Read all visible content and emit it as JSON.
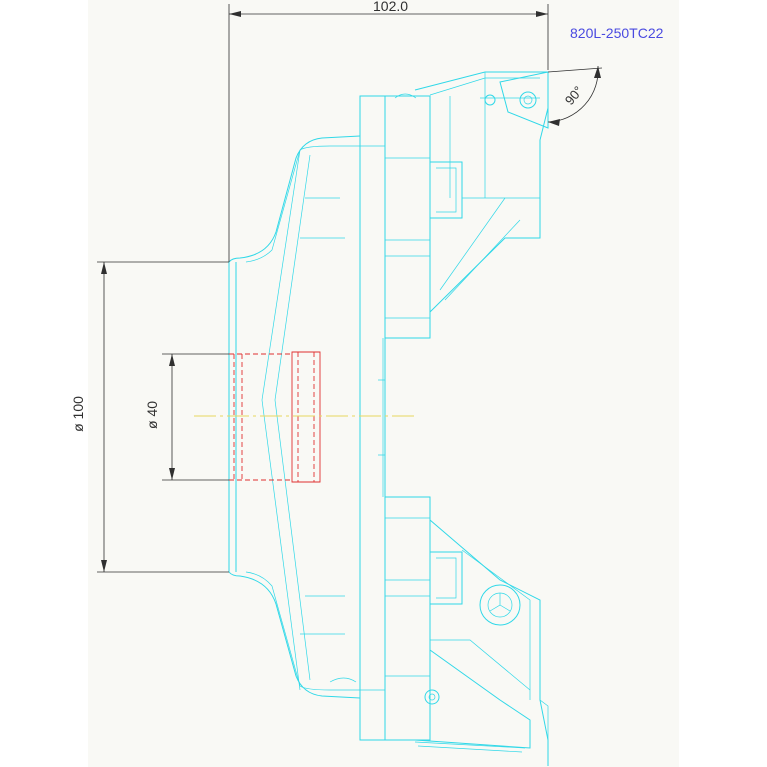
{
  "drawing": {
    "part_number": "820L-250TC22",
    "part_number_color": "#4a4ae0",
    "geometry_color": "#30d8e8",
    "bore_color": "#e03030",
    "centerline_color": "#e8d860",
    "dimension_color": "#303030"
  },
  "dimensions": {
    "overall_height": "102.0",
    "outer_diameter": "ø 100",
    "bore_diameter": "ø 40",
    "lead_angle": "90°"
  }
}
